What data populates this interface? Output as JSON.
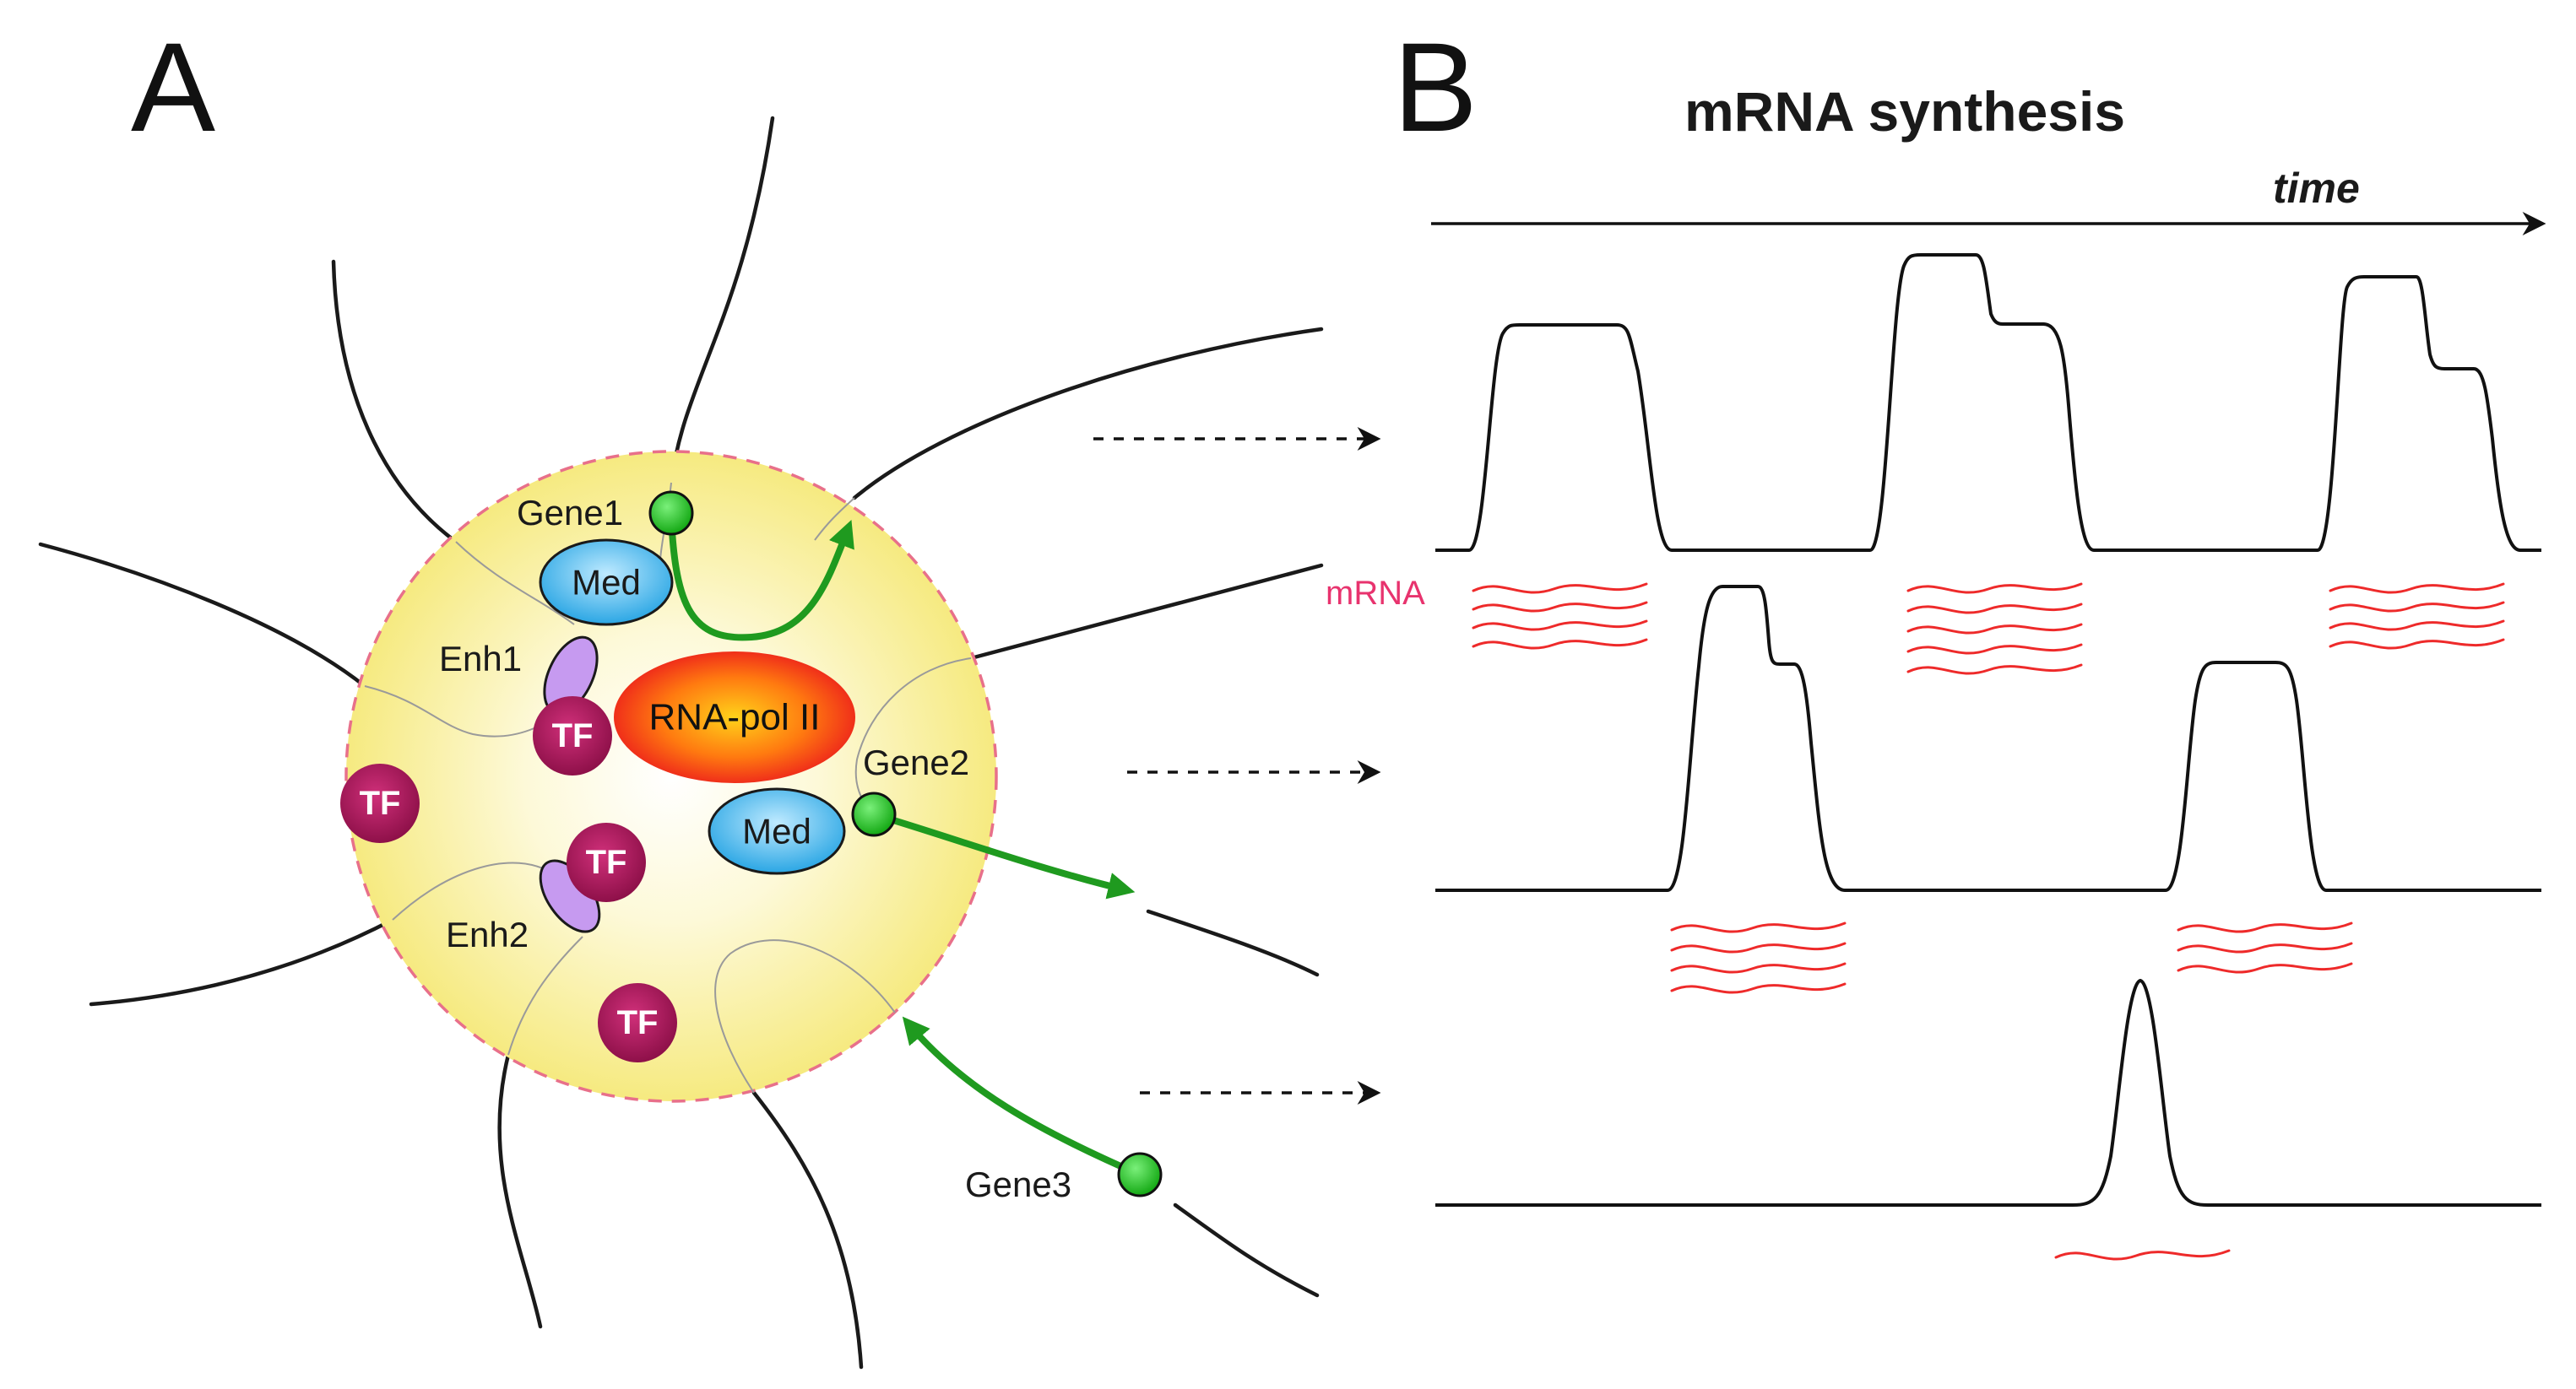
{
  "panel_a": {
    "label": "A",
    "polymerase": "RNA-pol II",
    "mediator": "Med",
    "transcription_factor": "TF",
    "genes": [
      "Gene1",
      "Gene2",
      "Gene3"
    ],
    "enhancers": [
      "Enh1",
      "Enh2"
    ]
  },
  "panel_b": {
    "label": "B",
    "title": "mRNA synthesis",
    "time_label": "time",
    "mrna_label": "mRNA"
  },
  "colors": {
    "gene_green": "#22bb22",
    "arrow_green": "#1f9a1f",
    "tf_magenta": "#a8185c",
    "med_blue": "#38b4ea",
    "enhancer_violet": "#c69af0",
    "mrna_red": "#ee2a2a",
    "mrna_label_pink": "#e8336e",
    "condensate_yellow": "#f7ec88",
    "condensate_border": "#e8708a"
  }
}
